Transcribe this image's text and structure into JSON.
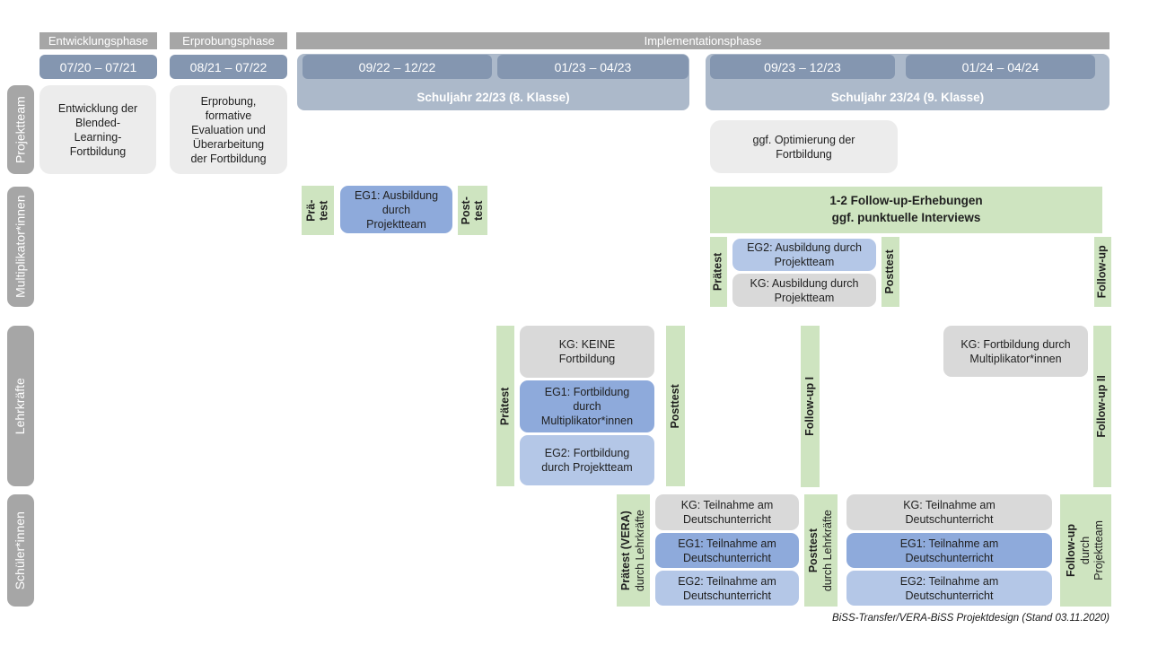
{
  "colors": {
    "phase_header_gray": "#a6a6a6",
    "date_bar_blue": "#8496b0",
    "schuljahr_blue": "#acb9ca",
    "row_label_gray": "#a6a6a6",
    "box_light_gray": "#ececec",
    "box_kg_gray": "#d9d9d9",
    "box_eg1_blue": "#8eaadb",
    "box_eg2_blue": "#b4c7e7",
    "box_green": "#cee4c0"
  },
  "phases": {
    "entwicklung": "Entwicklungsphase",
    "erprobung": "Erprobungsphase",
    "implementation": "Implementationsphase"
  },
  "timeline": {
    "d1": "07/20 – 07/21",
    "d2": "08/21 – 07/22",
    "d3": "09/22 – 12/22",
    "d4": "01/23 – 04/23",
    "d5": "09/23 – 12/23",
    "d6": "01/24 – 04/24",
    "schuljahr1": "Schuljahr 22/23 (8. Klasse)",
    "schuljahr2": "Schuljahr 23/24 (9. Klasse)"
  },
  "row_labels": {
    "projektteam": "Projektteam",
    "multiplikatoren": "Multiplikator*innen",
    "lehrkraefte": "Lehrkräfte",
    "schueler": "Schüler*innen"
  },
  "projektteam": {
    "entwicklung": "Entwicklung der\nBlended-\nLearning-\nFortbildung",
    "erprobung": "Erprobung,\nformative\nEvaluation und\nÜberarbeitung\nder Fortbildung",
    "optimierung": "ggf. Optimierung der\nFortbildung"
  },
  "multiplikatoren": {
    "praetest_left": "Prä-\ntest",
    "eg1": "EG1: Ausbildung\ndurch\nProjektteam",
    "posttest_left": "Post-\ntest",
    "followup_box": "1-2 Follow-up-Erhebungen\nggf. punktuelle Interviews",
    "praetest_right": "Prätest",
    "eg2": "EG2: Ausbildung durch\nProjektteam",
    "kg": "KG: Ausbildung durch\nProjektteam",
    "posttest_right": "Posttest",
    "followup": "Follow-up"
  },
  "lehrkraefte": {
    "praetest": "Prätest",
    "kg": "KG: KEINE\nFortbildung",
    "eg1": "EG1: Fortbildung\ndurch\nMultiplikator*innen",
    "eg2": "EG2: Fortbildung\ndurch Projektteam",
    "posttest": "Posttest",
    "followup1": "Follow-up I",
    "kg_right": "KG: Fortbildung durch\nMultiplikator*innen",
    "followup2": "Follow-up II"
  },
  "schueler": {
    "praetest_main": "Prätest (VERA)",
    "praetest_sub": "durch Lehrkräfte",
    "kg_left": "KG: Teilnahme am\nDeutschunterricht",
    "eg1_left": "EG1: Teilnahme am\nDeutschunterricht",
    "eg2_left": "EG2: Teilnahme am\nDeutschunterricht",
    "posttest_main": "Posttest",
    "posttest_sub": "durch Lehrkräfte",
    "kg_right": "KG: Teilnahme am\nDeutschunterricht",
    "eg1_right": "EG1: Teilnahme am\nDeutschunterricht",
    "eg2_right": "EG2: Teilnahme am\nDeutschunterricht",
    "followup_main": "Follow-up",
    "followup_sub1": "durch",
    "followup_sub2": "Projektteam"
  },
  "caption": "BiSS-Transfer/VERA-BiSS Projektdesign (Stand 03.11.2020)"
}
